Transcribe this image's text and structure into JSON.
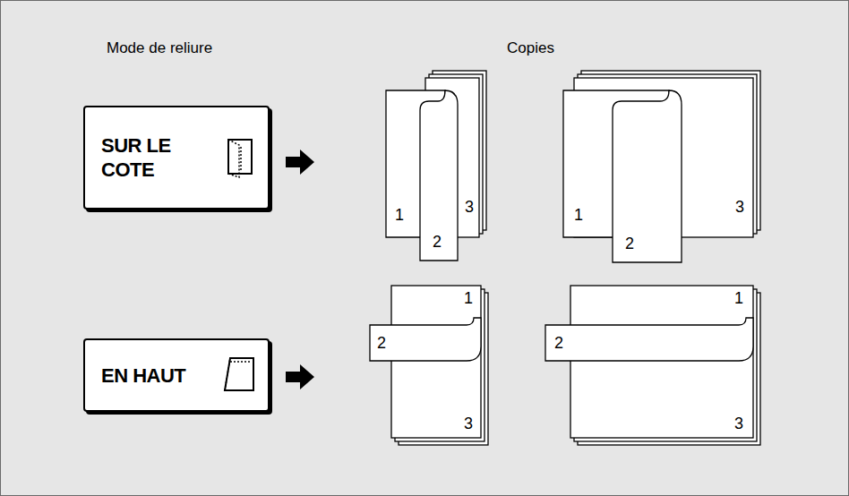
{
  "diagram": {
    "nodes": [
      {
        "text": [
          "SUR LE COTE"
        ]
      },
      {
        "text": [
          "EN HAUT"
        ]
      }
    ],
    "labels": [
      "Mode de reliure",
      "Copies",
      "1",
      "2",
      "3",
      "1",
      "2",
      "3",
      "1",
      "2",
      "3",
      "1",
      "2",
      "3"
    ]
  }
}
